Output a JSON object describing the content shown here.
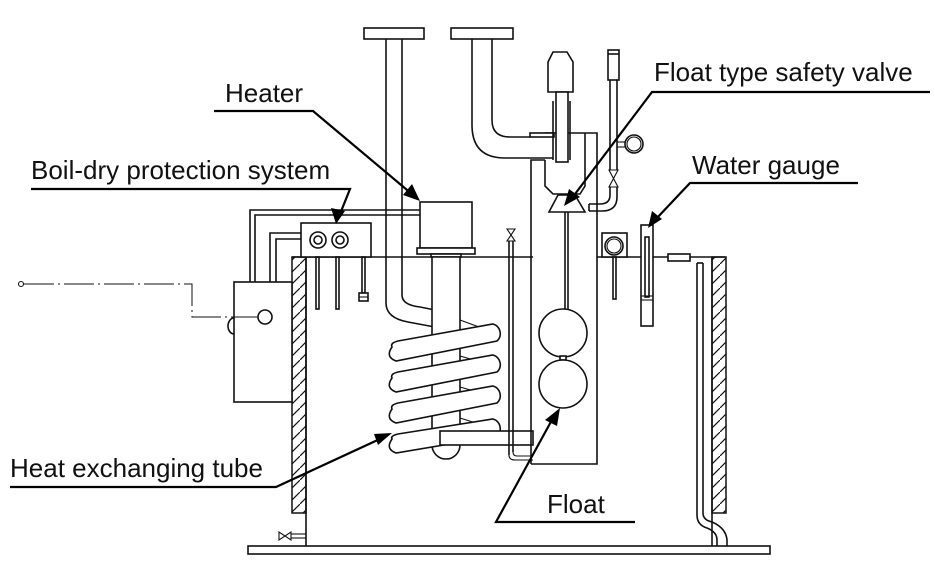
{
  "diagram": {
    "title": "Boiler / steam generator schematic",
    "labels": {
      "heater": "Heater",
      "boil_dry": "Boil-dry protection system",
      "float_valve": "Float type safety valve",
      "water_gauge": "Water gauge",
      "heat_tube": "Heat exchanging tube",
      "float": "Float"
    },
    "colors": {
      "line": "#111111",
      "background": "#ffffff"
    }
  }
}
